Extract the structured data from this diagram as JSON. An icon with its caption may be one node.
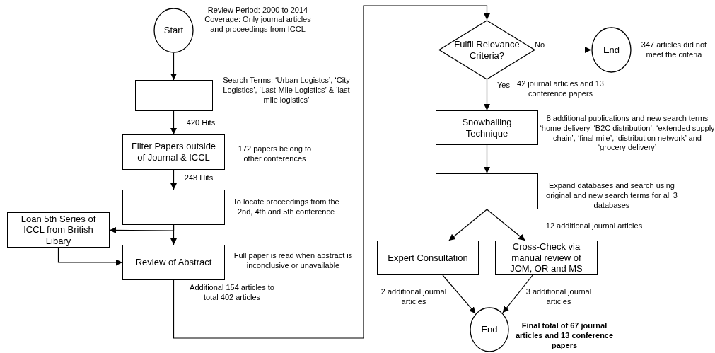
{
  "diagram": {
    "nodes": [
      {
        "text": [
          "Start"
        ],
        "beside": [
          "Review Period: 2000 to 2014",
          "Coverage: Only journal articles and proceedings from ICCL"
        ]
      },
      {
        "text": [],
        "shape": "box",
        "beside": [
          "Search Terms: ‘Urban Logistcs’, ‘City Logistics’, ‘Last-Mile Logistics’ & ‘last mile logistics’"
        ]
      },
      {
        "text": [
          "Filter Papers outside of Journal & ICCL"
        ],
        "beside": [
          "172 papers belong to other conferences"
        ]
      },
      {
        "text": [],
        "shape": "box",
        "beside": [
          "To locate proceedings from the 2nd, 4th and 5th conference"
        ]
      },
      {
        "text": [
          "Loan 5th Series of ICCL from British Libary"
        ]
      },
      {
        "text": [
          "Review of Abstract"
        ],
        "beside": [
          "Full paper is read when abstract is inconclusive or unavailable"
        ]
      },
      {
        "text": [
          "Fulfil Relevance Criteria?"
        ]
      },
      {
        "text": [
          "End"
        ],
        "beside": [
          "347 articles did not meet the criteria"
        ]
      },
      {
        "text": [
          "Snowballing Technique"
        ],
        "beside": [
          "8 additional publications and new search terms ‘home delivery’ ‘B2C distribution’, ‘extended supply chain’, ‘final mile’, ‘distribution network’ and ‘grocery delivery’"
        ]
      },
      {
        "text": [],
        "shape": "box",
        "beside": [
          "Expand databases and search using original and new search terms for all 3 databases"
        ]
      },
      {
        "text": [
          "Expert Consultation"
        ]
      },
      {
        "text": [
          "Cross-Check via manual review of JOM, OR and MS"
        ]
      },
      {
        "text": [
          "End"
        ],
        "beside": [
          "Final total of 67 journal articles and 13 conference papers"
        ]
      }
    ],
    "edges": [
      {
        "from": 0,
        "to": 1,
        "arrow": "to"
      },
      {
        "from": 1,
        "to": 2,
        "arrow": "to",
        "label": "420 Hits"
      },
      {
        "from": 2,
        "to": 3,
        "arrow": "to",
        "label": "248 Hits"
      },
      {
        "from": 3,
        "to": 5,
        "arrow": "to"
      },
      {
        "from": 3,
        "to": 4,
        "arrow": "to"
      },
      {
        "from": 4,
        "to": 5,
        "arrow": "to"
      },
      {
        "from": 5,
        "to": 6,
        "arrow": "to",
        "label": "Additional 154 articles to total 402 articles"
      },
      {
        "from": 6,
        "to": 7,
        "arrow": "to",
        "label": "No"
      },
      {
        "from": 6,
        "to": 8,
        "arrow": "to",
        "label": "Yes"
      },
      {
        "from": 8,
        "to": 9,
        "arrow": "to"
      },
      {
        "from": 9,
        "to": 10,
        "arrow": "to"
      },
      {
        "from": 9,
        "to": 11,
        "arrow": "to",
        "label": "12 additional journal articles"
      },
      {
        "from": 10,
        "to": 12,
        "arrow": "to",
        "label": "2 additional journal articles"
      },
      {
        "from": 11,
        "to": 12,
        "arrow": "to",
        "label": "3 additional journal articles"
      }
    ],
    "labels": [
      "42 journal articles and 13 conference papers"
    ]
  }
}
